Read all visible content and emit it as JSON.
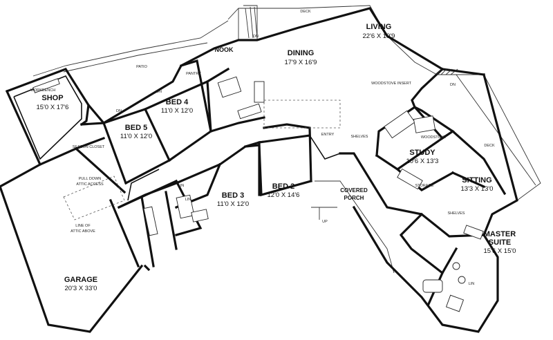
{
  "rooms": {
    "living": {
      "name": "LIVING",
      "dims": "22'6 X 19'9"
    },
    "dining": {
      "name": "DINING",
      "dims": "17'9 X 16'9"
    },
    "shop": {
      "name": "SHOP",
      "dims": "15'0 X 17'6"
    },
    "bed5": {
      "name": "BED 5",
      "dims": "11'0 X 12'0"
    },
    "bed4": {
      "name": "BED 4",
      "dims": "11'0 X 12'0"
    },
    "bed3": {
      "name": "BED 3",
      "dims": "11'0 X 12'0"
    },
    "bed2": {
      "name": "BED 2",
      "dims": "12'0 X 14'6"
    },
    "study": {
      "name": "STUDY",
      "dims": "10'6 X 13'3"
    },
    "sitting": {
      "name": "SITTING",
      "dims": "13'3 X 13'0"
    },
    "master": {
      "name": "MASTER",
      "name2": "SUITE",
      "dims": "15'6 X 15'0"
    },
    "garage": {
      "name": "GARAGE",
      "dims": "20'3 X 33'0"
    }
  },
  "labels": {
    "nook": "NOOK",
    "covered": "COVERED",
    "porch": "PORCH",
    "deck_top": "DECK",
    "deck_right": "DECK",
    "patio": "PATIO",
    "entry": "ENTRY",
    "shelves": "SHELVES",
    "shelves2": "SHELVES",
    "woodstove": "WOODSTOVE",
    "woodstove_insert": "WOODSTOVE INSERT",
    "storage": "STORAGE",
    "pantry": "PANTRY",
    "pull_down": "PULL DOWN",
    "attic_access": "ATTIC ACCESS",
    "line_of": "LINE OF",
    "attic_above": "ATTIC ABOVE",
    "seasonal_closet": "SEASON CLOSET",
    "workbench": "WORKBENCH",
    "up": "UP",
    "dn": "DN",
    "dn2": "DN",
    "dn3": "DN",
    "dn4": "DN",
    "lin": "LIN",
    "lin2": "LIN",
    "lin3": "LIN"
  }
}
